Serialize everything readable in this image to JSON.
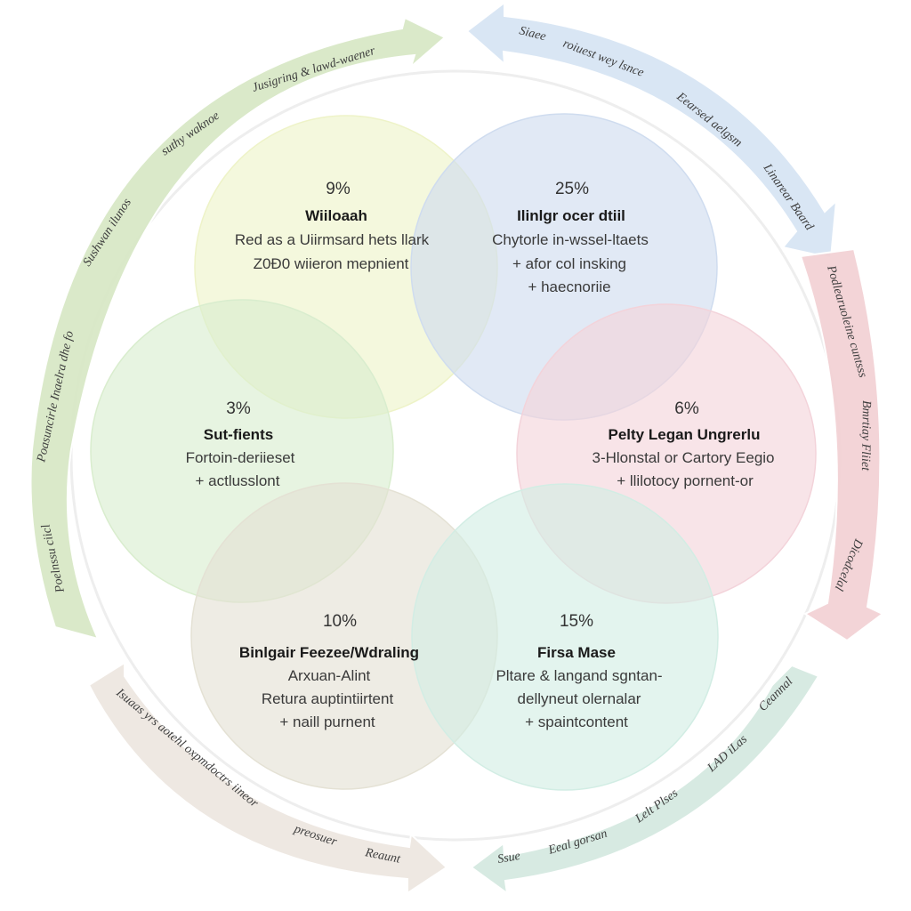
{
  "colors": {
    "yellow": "#eef3c8",
    "blue": "#cfdcef",
    "pink": "#f3d3da",
    "green": "#d9edce",
    "gray": "#e4e1d4",
    "teal": "#d2ede4",
    "arrow_green": "#d6e7c3",
    "arrow_blue": "#d5e3f3",
    "arrow_pink": "#f2cfd3",
    "arrow_teal": "#d3e8df",
    "arrow_warm": "#ece6df"
  },
  "circles": [
    {
      "id": "yellow",
      "percent": "9%",
      "title": "Wiiloaah",
      "lines": [
        "Red as a Uiirmsard hets llark",
        "Z0Ð0 wiieron mepnient"
      ]
    },
    {
      "id": "blue",
      "percent": "25%",
      "title": "Ilinlgr ocer dtiil",
      "lines": [
        "Chytorle in-wssel-ltaets",
        "+ afor col insking",
        "+ haecnoriie"
      ]
    },
    {
      "id": "green",
      "percent": "3%",
      "title": "Sut-fients",
      "lines": [
        "Fortoin-deriieset",
        "+ actlusslont"
      ]
    },
    {
      "id": "pink",
      "percent": "6%",
      "title": "Pelty Legan Ungrerlu",
      "lines": [
        "3-Hlonstal or Cartory Eegio",
        "+ llilotocy pornent-or"
      ]
    },
    {
      "id": "gray",
      "percent": "10%",
      "title": "Binlgair Feezee/Wdraling",
      "lines": [
        "Arxuan-Alint",
        "Retura auptintiirtent",
        "+ naill purnent"
      ]
    },
    {
      "id": "teal",
      "percent": "15%",
      "title": "Firsa Mase",
      "lines": [
        "Pltare & langand sgntan-",
        "dellyneut olernalar",
        "+ spaintcontent"
      ]
    }
  ],
  "arc_labels": {
    "left": [
      "Jusigring & lawd-waener",
      "suthy waknoe",
      "Sushwan ilunos",
      "Poasuncirle Inaelra dhe fo",
      "Poelnssu ciicl"
    ],
    "right_top": [
      "Siaee",
      "roiuest wey lsnce",
      "Eearsed aelgsm",
      "Linarear Baard"
    ],
    "right": [
      "Podlearuoleine cuntsss",
      "Bmrtiay Fliiet",
      "Dicodcelal"
    ],
    "bottom_right": [
      "Ceannal",
      "LAD iLas",
      "Lelt Plses",
      "Eeal gorsan",
      "Ssue"
    ],
    "bottom_left": [
      "Isuaas yrs aotehl oxpmdoctrs iineor",
      "preosuer",
      "Reaunt"
    ]
  }
}
